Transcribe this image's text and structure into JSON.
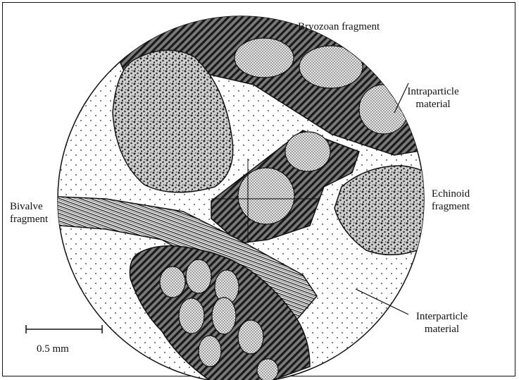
{
  "labels": {
    "bryozoan": "Bryozoan fragment",
    "intraparticle_1": "Intraparticle",
    "intraparticle_2": "material",
    "echinoid_1": "Echinoid",
    "echinoid_2": "fragment",
    "bivalve_1": "Bivalve",
    "bivalve_2": "fragment",
    "interparticle_1": "Interparticle",
    "interparticle_2": "material",
    "scale": "0.5 mm"
  },
  "colors": {
    "ink": "#111111",
    "background": "#ffffff"
  }
}
